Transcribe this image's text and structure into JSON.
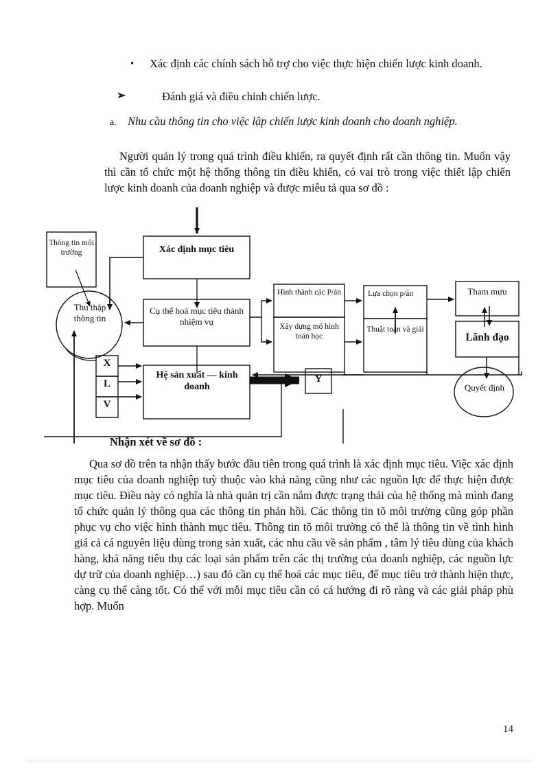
{
  "page": {
    "number": "14"
  },
  "bullet_item": {
    "marker": "•",
    "text": "Xác định các chính sách hỗ trợ cho việc thực hiện chiến lược kinh doanh."
  },
  "arrow_item": {
    "marker": "➢",
    "text": "Đánh giá và điều chỉnh chiến lược."
  },
  "alpha_item": {
    "marker": "a.",
    "text": "Nhu cầu thông tin cho việc lập chiến lược kinh doanh cho doanh nghiệp."
  },
  "paragraphs": {
    "intro": "Người quản lý trong quá trình điều khiển, ra quyết định rất cần thông tin. Muốn vậy thì cần tổ chức một hệ thống thông tin điều khiển, có vai trò trong việc thiết lập chiến lược kinh doanh của doanh nghiệp và được miêu tả qua sơ đồ :",
    "main": "Qua sơ đồ trên ta nhận thấy bước đầu tiên trong quá trình là xác định mục tiêu. Việc xác định mục tiêu của doanh nghiệp tuỳ thuộc vào khả năng cũng như các nguồn lực để thực hiện được mục tiêu. Điều này có nghĩa là nhà quản trị cần nắm được trạng thái của hệ thống mà mình đang tổ chức quản lý thông qua các thông tin phản hồi. Các thông tin tõ môi trường cũng góp phần phục vụ cho việc hình thành mục tiêu. Thông tin tõ môi trường có thể là thông tin về tình hình giá cả cá nguyên liệu dùng trong sản xuất, các nhu cầu về sản phẩm , tâm lý tiêu dùng của khách hàng, khả năng tiêu thụ các loại sản phẩm trên các thị trường của doanh nghiệp, các nguồn lực dự trữ của doanh nghiệp…) sau đó cần cụ thể hoá các mục tiêu, để mục tiêu trở thành hiện thực, càng cụ thể càng tốt. Có thể với mỗi mục tiêu cần có cá hướng đi rõ ràng và các giải pháp phù hợp. Muốn"
  },
  "section_heading": "Nhận xét về sơ đồ :",
  "diagram": {
    "nodes": {
      "env_info": "Thông tin môi trường",
      "collect_info": "Thu thập thông tin",
      "define_goal": "Xác định mục tiêu",
      "concretize": "Cụ thể hoá mục tiêu thành nhiệm vụ",
      "production_system": "Hệ sản xuất — kinh doanh",
      "form_plans": "Hình thành các P/án",
      "build_model": "Xây dựng mô hình toán học",
      "select_plan": "Lựa chọn p/án",
      "algorithm": "Thuật toán và giải",
      "advisor": "Tham mưu",
      "leader": "Lãnh đạo",
      "decision": "Quyết định",
      "input_x": "X",
      "input_l": "L",
      "input_v": "V",
      "output_y": "Y"
    }
  }
}
